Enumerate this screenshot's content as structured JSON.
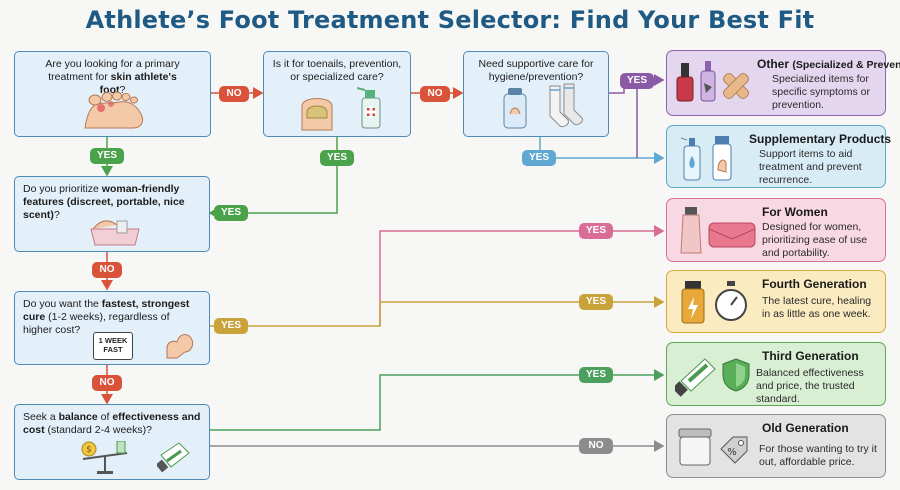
{
  "title": "Athlete’s Foot Treatment Selector: Find Your Best Fit",
  "questions": {
    "q1": {
      "pre": "Are you looking for a primary treatment for ",
      "bold": "skin athlete's foot",
      "post": "?"
    },
    "q2": {
      "text": "Is it for toenails, prevention, or specialized care?"
    },
    "q3": {
      "text": "Need supportive care for hygiene/prevention?"
    },
    "q4": {
      "pre": "Do you prioritize ",
      "bold": "woman-friendly features (discreet, portable, nice scent)",
      "post": "?"
    },
    "q5": {
      "pre": "Do you want the ",
      "bold": "fastest, strongest cure",
      "post": " (1-2 weeks), regardless of higher cost?",
      "badge_l1": "1 WEEK",
      "badge_l2": "FAST"
    },
    "q6": {
      "pre": "Seek a ",
      "bold1": "balance",
      "mid": " of ",
      "bold2": "effectiveness and cost",
      "post": " (standard 2-4 weeks)?"
    }
  },
  "results": {
    "other": {
      "title": "Other",
      "subtitle": "(Specialized & Prevention)",
      "desc": "Specialized items for specific symptoms or prevention.",
      "bg": "#e4d6ef",
      "border": "#8b62ad"
    },
    "supplementary": {
      "title": "Supplementary Products",
      "desc": "Support items to aid treatment and prevent recurrence.",
      "bg": "#d8ecf6",
      "border": "#5fa6cc"
    },
    "women": {
      "title": "For Women",
      "desc": "Designed for women, prioritizing ease of use and portability.",
      "bg": "#f8d8e3",
      "border": "#d87097"
    },
    "fourth": {
      "title": "Fourth Generation",
      "desc": "The latest cure, healing in as little as one week.",
      "bg": "#faebc0",
      "border": "#d6aa3b"
    },
    "third": {
      "title": "Third Generation",
      "desc": "Balanced effectiveness and price, the trusted standard.",
      "bg": "#d9efd4",
      "border": "#5da653"
    },
    "old": {
      "title": "Old Generation",
      "desc": "For those wanting to try it out, affordable price.",
      "bg": "#e3e3e3",
      "border": "#8e8e8e"
    }
  },
  "labels": {
    "no_q1_q2": "NO",
    "no_q2_q3": "NO",
    "yes_q3_other": "YES",
    "yes_q3_supp": "YES",
    "yes_q1_q4": "YES",
    "yes_q2_q4": "YES",
    "no_q4_q5": "NO",
    "yes_women": "YES",
    "no_q5_q6": "NO",
    "yes_fourth": "YES",
    "yes_q5": "YES",
    "yes_third": "YES",
    "no_old": "NO"
  },
  "colors": {
    "no": "#d9533a",
    "yes_green": "#4aa34a",
    "purple": "#8b5aa6",
    "blue": "#5ea8d2",
    "pink": "#d96d96",
    "gold": "#c9a23a",
    "green": "#4aa05c",
    "gray": "#8c8c8c",
    "title": "#1f5a85"
  },
  "icons": [
    "foot-icon",
    "toenail-icon",
    "spray-icon",
    "powder-icon",
    "socks-icon",
    "nail-polish-icon",
    "small-spray-icon",
    "bandage-icon",
    "spray-bottle-icon",
    "foot-cream-icon",
    "tube-icon",
    "wallet-icon",
    "pill-bottle-icon",
    "stopwatch-icon",
    "ointment-tube-icon",
    "shield-icon",
    "jar-icon",
    "price-tag-icon",
    "pouch-icon",
    "calendar-icon",
    "bicep-icon",
    "scale-icon",
    "tube-small-icon"
  ]
}
